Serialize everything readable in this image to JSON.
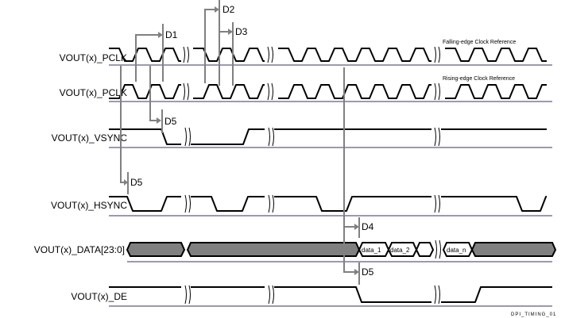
{
  "signals": [
    {
      "name": "VOUT(x)_PCLK"
    },
    {
      "name": "VOUT(x)_PCLK"
    },
    {
      "name": "VOUT(x)_VSYNC"
    },
    {
      "name": "VOUT(x)_HSYNC"
    },
    {
      "name": "VOUT(x)_DATA[23:0]"
    },
    {
      "name": "VOUT(x)_DE"
    }
  ],
  "clock_refs": {
    "falling": "Falling-edge Clock Reference",
    "rising": "Rising-edge Clock Reference"
  },
  "timings": {
    "d1": "D1",
    "d2": "D2",
    "d3": "D3",
    "d4": "D4",
    "d5_vsync": "D5",
    "d5_hsync": "D5",
    "d5_de": "D5"
  },
  "data_words": [
    "data_1",
    "data_2",
    "data_n"
  ],
  "footer": "DPI_TIMING_01",
  "colors": {
    "waveform": "#000000",
    "baseline": "#9a9aae",
    "annotation": "#808080",
    "data_fill": "#808080"
  }
}
